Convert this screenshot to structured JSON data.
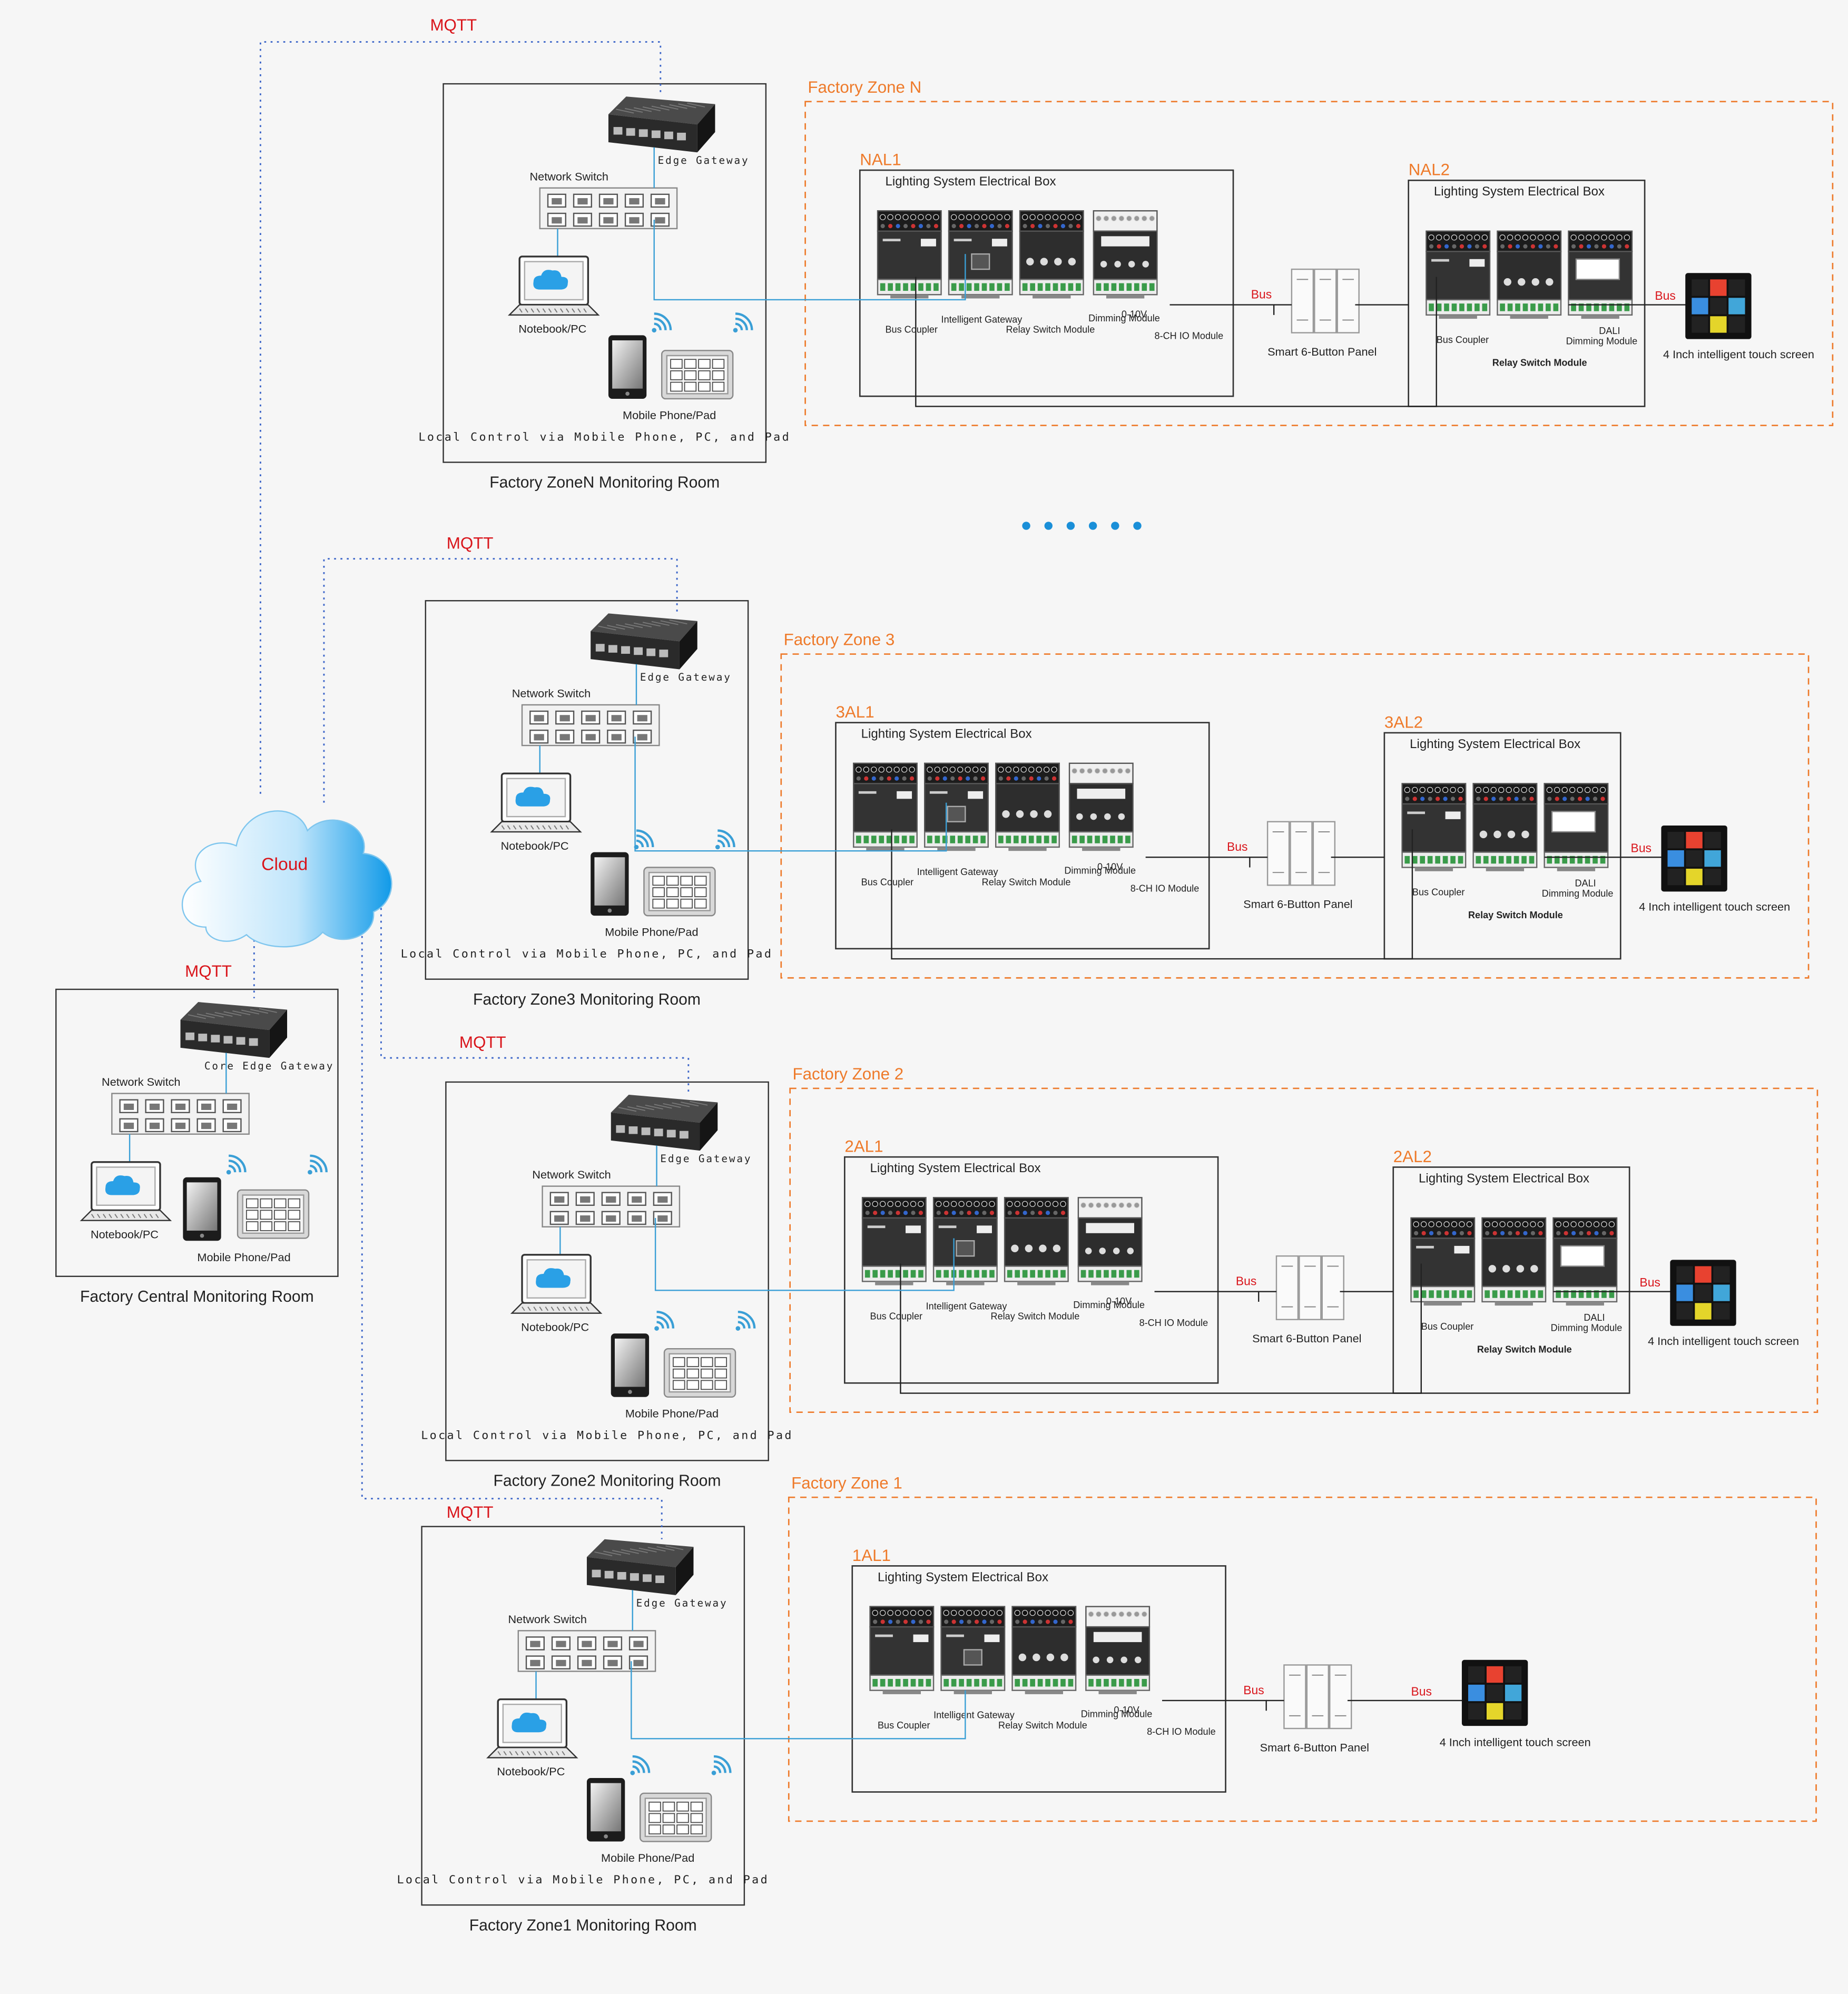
{
  "labels": {
    "mqtt": "MQTT",
    "cloud": "Cloud",
    "edge_gateway": "Edge Gateway",
    "core_edge_gateway": "Core Edge Gateway",
    "network_switch": "Network Switch",
    "notebook": "Notebook/PC",
    "mobile": "Mobile Phone/Pad",
    "local_control": "Local Control via Mobile Phone, PC, and Pad",
    "electrical_box": "Lighting System Electrical Box",
    "bus": "Bus",
    "bus_coupler": "Bus Coupler",
    "intelligent_gateway": "Intelligent Gateway",
    "relay_switch": "Relay Switch Module",
    "dimming": "Dimming Module",
    "zero_ten_v": "0-10V",
    "io_module": "8-CH IO Module",
    "dali": "DALI",
    "smart_panel": "Smart 6-Button Panel",
    "touch_screen": "4 Inch intelligent touch screen"
  },
  "central_room": {
    "title": "Factory Central Monitoring Room"
  },
  "zones": [
    {
      "id": "zoneN",
      "zone_title": "Factory Zone N",
      "room_title": "Factory ZoneN Monitoring Room",
      "box1": "NAL1",
      "box2": "NAL2"
    },
    {
      "id": "zone3",
      "zone_title": "Factory Zone 3",
      "room_title": "Factory Zone3 Monitoring Room",
      "box1": "3AL1",
      "box2": "3AL2"
    },
    {
      "id": "zone2",
      "zone_title": "Factory Zone 2",
      "room_title": "Factory Zone2 Monitoring Room",
      "box1": "2AL1",
      "box2": "2AL2"
    },
    {
      "id": "zone1",
      "zone_title": "Factory Zone 1",
      "room_title": "Factory Zone1 Monitoring Room",
      "box1": "1AL1",
      "box2": ""
    }
  ],
  "colors": {
    "mqtt_red": "#d9151b",
    "zone_orange": "#ee7a2a",
    "link_blue": "#3a9fd6",
    "dotted_blue": "#3d66c9",
    "dots_blue": "#1a8fd8"
  }
}
